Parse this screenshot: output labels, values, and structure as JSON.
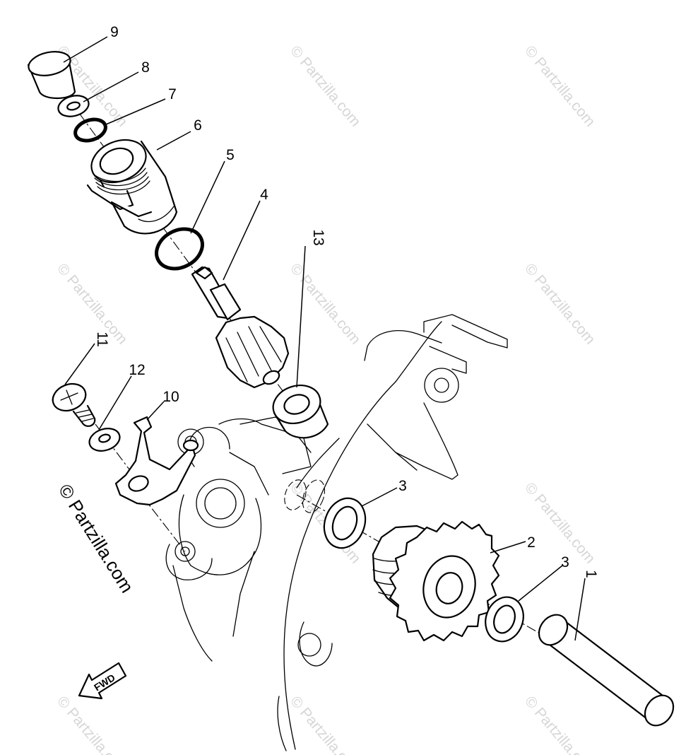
{
  "callouts": {
    "c1": "1",
    "c2": "2",
    "c3a": "3",
    "c3b": "3",
    "c4": "4",
    "c5": "5",
    "c6": "6",
    "c7": "7",
    "c8": "8",
    "c9": "9",
    "c10": "10",
    "c11": "11",
    "c12": "12",
    "c13": "13"
  },
  "direction_label": "FWD",
  "watermark": {
    "text": "© Partzilla.com",
    "main_text": "© Partzilla.com"
  }
}
